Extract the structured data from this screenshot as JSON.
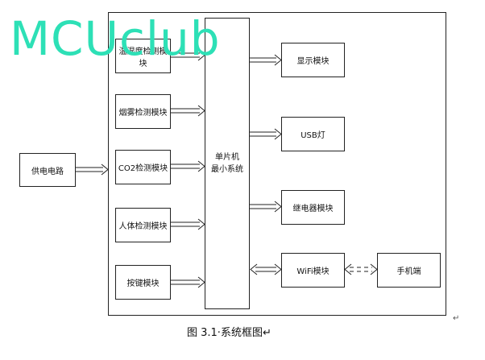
{
  "watermark": "MCUclub",
  "power": {
    "label": "供电电路"
  },
  "inputs": [
    {
      "label": "温湿度检测模块"
    },
    {
      "label": "烟雾检测模块"
    },
    {
      "label": "CO2检测模块"
    },
    {
      "label": "人体检测模块"
    },
    {
      "label": "按键模块"
    }
  ],
  "mcu": {
    "line1": "单片机",
    "line2": "最小系统"
  },
  "outputs": [
    {
      "label": "显示模块"
    },
    {
      "label": "USB灯"
    },
    {
      "label": "继电器模块"
    },
    {
      "label": "WiFi模块"
    }
  ],
  "phone": {
    "label": "手机端"
  },
  "caption": "图 3.1·系统框图↵",
  "return_mark": "↵",
  "colors": {
    "line": "#222222",
    "watermark": "#2de0b6"
  }
}
